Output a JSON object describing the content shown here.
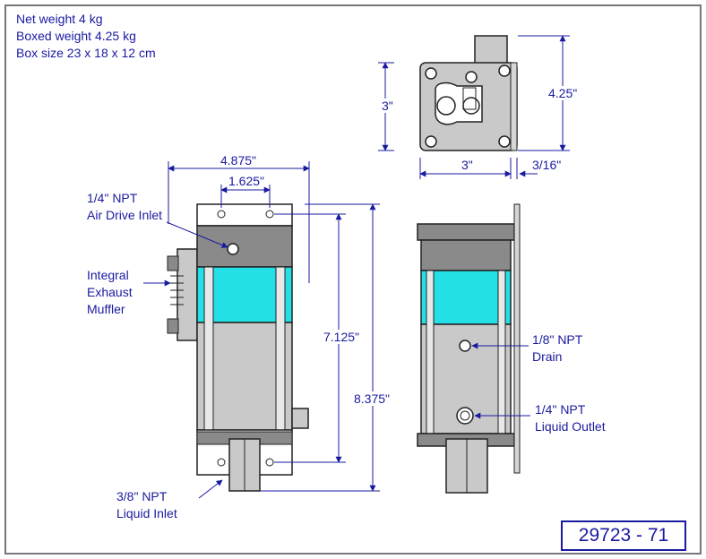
{
  "specs": {
    "net_weight": "Net weight 4 kg",
    "boxed_weight": "Boxed weight 4.25 kg",
    "box_size": "Box size 23 x 18 x 12 cm"
  },
  "dimensions": {
    "overall_width": "4.875\"",
    "port_spacing": "1.625\"",
    "cylinder_height": "7.125\"",
    "overall_height": "8.375\"",
    "top_height": "3\"",
    "top_width": "3\"",
    "top_depth": "4.25\"",
    "bracket_thickness": "3/16\""
  },
  "callouts": {
    "air_drive_inlet": [
      "1/4\" NPT",
      "Air Drive Inlet"
    ],
    "exhaust_muffler": [
      "Integral",
      "Exhaust",
      "Muffler"
    ],
    "liquid_inlet": [
      "3/8\" NPT",
      "Liquid Inlet"
    ],
    "drain": [
      "1/8\" NPT",
      "Drain"
    ],
    "liquid_outlet": [
      "1/4\" NPT",
      "Liquid Outlet"
    ]
  },
  "part_number": "29723 - 71",
  "colors": {
    "line": "#1a1aa0",
    "cylinder": "#22e0e6",
    "body": "#c9c9c9",
    "cap": "#8a8a8a"
  }
}
